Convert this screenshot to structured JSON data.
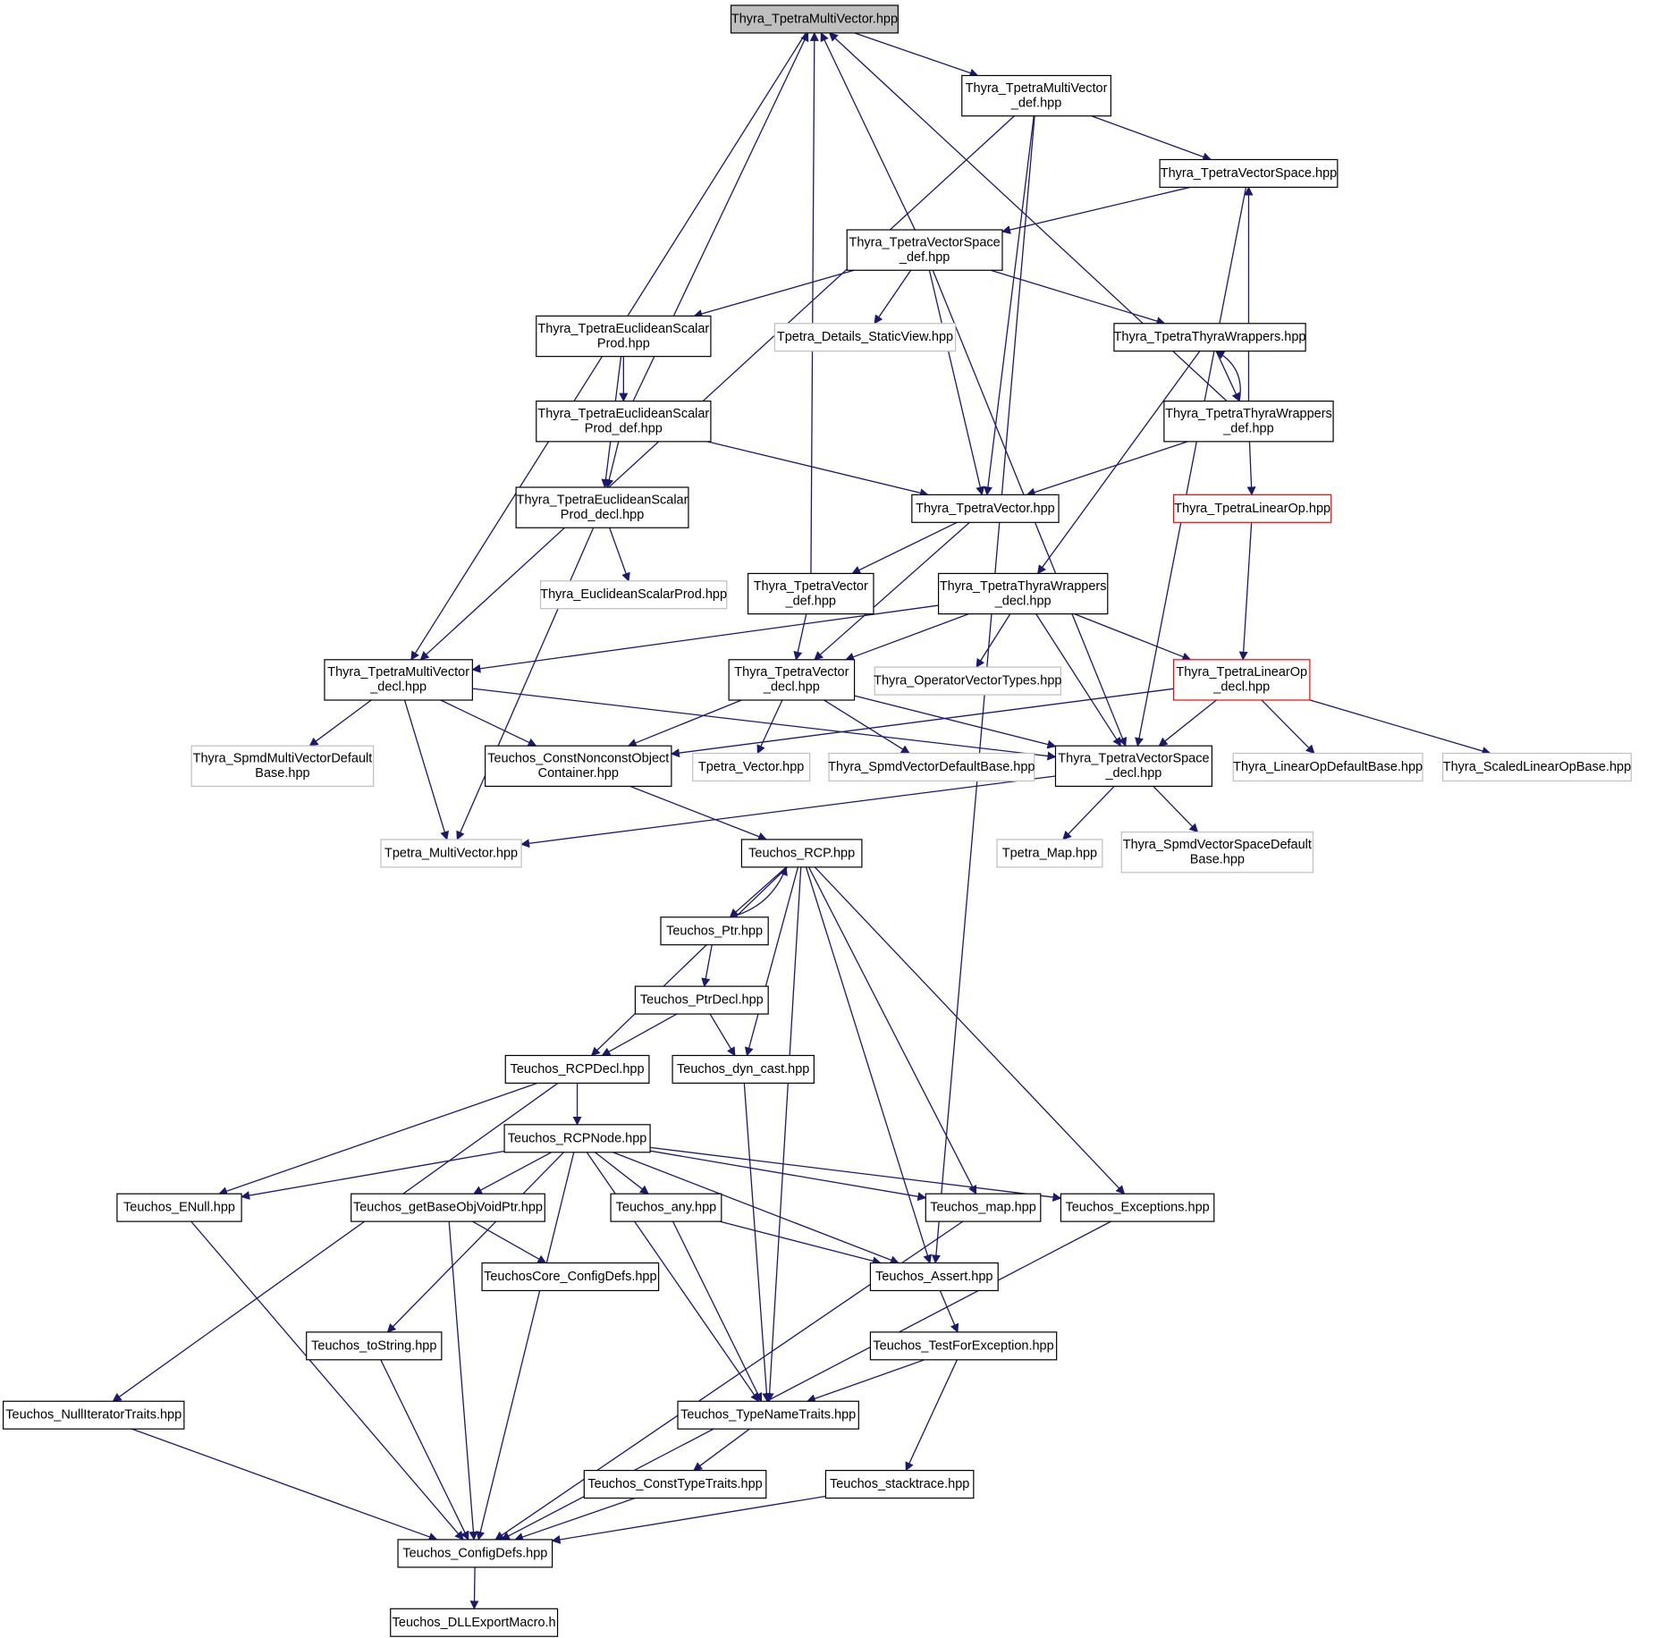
{
  "colors": {
    "edge": "#191970",
    "arrowhead": "#191970",
    "node_border_normal": "#000000",
    "node_border_external": "#bfbfbf",
    "node_border_truncated": "#ff0000",
    "root_fill": "#bfbfbf",
    "node_fill": "#ffffff",
    "text": "#000000"
  },
  "nodes": [
    {
      "id": "tmv",
      "lines": [
        "Thyra_TpetraMultiVector.hpp"
      ],
      "style": "root"
    },
    {
      "id": "tmv_def",
      "lines": [
        "Thyra_TpetraMultiVector",
        "_def.hpp"
      ],
      "style": "normal"
    },
    {
      "id": "tvs",
      "lines": [
        "Thyra_TpetraVectorSpace.hpp"
      ],
      "style": "normal"
    },
    {
      "id": "tvs_def",
      "lines": [
        "Thyra_TpetraVectorSpace",
        "_def.hpp"
      ],
      "style": "normal"
    },
    {
      "id": "tesp",
      "lines": [
        "Thyra_TpetraEuclideanScalar",
        "Prod.hpp"
      ],
      "style": "normal"
    },
    {
      "id": "tdsv",
      "lines": [
        "Tpetra_Details_StaticView.hpp"
      ],
      "style": "external"
    },
    {
      "id": "ttw",
      "lines": [
        "Thyra_TpetraThyraWrappers.hpp"
      ],
      "style": "normal"
    },
    {
      "id": "tesp_def",
      "lines": [
        "Thyra_TpetraEuclideanScalar",
        "Prod_def.hpp"
      ],
      "style": "normal"
    },
    {
      "id": "ttw_def",
      "lines": [
        "Thyra_TpetraThyraWrappers",
        "_def.hpp"
      ],
      "style": "normal"
    },
    {
      "id": "tesp_decl",
      "lines": [
        "Thyra_TpetraEuclideanScalar",
        "Prod_decl.hpp"
      ],
      "style": "normal"
    },
    {
      "id": "tv",
      "lines": [
        "Thyra_TpetraVector.hpp"
      ],
      "style": "normal"
    },
    {
      "id": "tlo",
      "lines": [
        "Thyra_TpetraLinearOp.hpp"
      ],
      "style": "truncated"
    },
    {
      "id": "esp",
      "lines": [
        "Thyra_EuclideanScalarProd.hpp"
      ],
      "style": "external"
    },
    {
      "id": "tv_def",
      "lines": [
        "Thyra_TpetraVector",
        "_def.hpp"
      ],
      "style": "normal"
    },
    {
      "id": "ttw_decl",
      "lines": [
        "Thyra_TpetraThyraWrappers",
        "_decl.hpp"
      ],
      "style": "normal"
    },
    {
      "id": "tmv_decl",
      "lines": [
        "Thyra_TpetraMultiVector",
        "_decl.hpp"
      ],
      "style": "normal"
    },
    {
      "id": "tv_decl",
      "lines": [
        "Thyra_TpetraVector",
        "_decl.hpp"
      ],
      "style": "normal"
    },
    {
      "id": "ovt",
      "lines": [
        "Thyra_OperatorVectorTypes.hpp"
      ],
      "style": "external"
    },
    {
      "id": "tlo_decl",
      "lines": [
        "Thyra_TpetraLinearOp",
        "_decl.hpp"
      ],
      "style": "truncated"
    },
    {
      "id": "smvdb",
      "lines": [
        "Thyra_SpmdMultiVectorDefault",
        "Base.hpp"
      ],
      "style": "external"
    },
    {
      "id": "cnoc",
      "lines": [
        "Teuchos_ConstNonconstObject",
        "Container.hpp"
      ],
      "style": "normal"
    },
    {
      "id": "tpv",
      "lines": [
        "Tpetra_Vector.hpp"
      ],
      "style": "external"
    },
    {
      "id": "svdb",
      "lines": [
        "Thyra_SpmdVectorDefaultBase.hpp"
      ],
      "style": "external"
    },
    {
      "id": "tvs_decl",
      "lines": [
        "Thyra_TpetraVectorSpace",
        "_decl.hpp"
      ],
      "style": "normal"
    },
    {
      "id": "lodb",
      "lines": [
        "Thyra_LinearOpDefaultBase.hpp"
      ],
      "style": "external"
    },
    {
      "id": "slob",
      "lines": [
        "Thyra_ScaledLinearOpBase.hpp"
      ],
      "style": "external"
    },
    {
      "id": "tpmv",
      "lines": [
        "Tpetra_MultiVector.hpp"
      ],
      "style": "external"
    },
    {
      "id": "rcp",
      "lines": [
        "Teuchos_RCP.hpp"
      ],
      "style": "normal"
    },
    {
      "id": "tmap",
      "lines": [
        "Tpetra_Map.hpp"
      ],
      "style": "external"
    },
    {
      "id": "svsdb",
      "lines": [
        "Thyra_SpmdVectorSpaceDefault",
        "Base.hpp"
      ],
      "style": "external"
    },
    {
      "id": "ptr",
      "lines": [
        "Teuchos_Ptr.hpp"
      ],
      "style": "normal"
    },
    {
      "id": "ptrdecl",
      "lines": [
        "Teuchos_PtrDecl.hpp"
      ],
      "style": "normal"
    },
    {
      "id": "rcpdecl",
      "lines": [
        "Teuchos_RCPDecl.hpp"
      ],
      "style": "normal"
    },
    {
      "id": "dyncast",
      "lines": [
        "Teuchos_dyn_cast.hpp"
      ],
      "style": "normal"
    },
    {
      "id": "rcpnode",
      "lines": [
        "Teuchos_RCPNode.hpp"
      ],
      "style": "normal"
    },
    {
      "id": "enull",
      "lines": [
        "Teuchos_ENull.hpp"
      ],
      "style": "normal"
    },
    {
      "id": "gbovp",
      "lines": [
        "Teuchos_getBaseObjVoidPtr.hpp"
      ],
      "style": "normal"
    },
    {
      "id": "any",
      "lines": [
        "Teuchos_any.hpp"
      ],
      "style": "normal"
    },
    {
      "id": "map",
      "lines": [
        "Teuchos_map.hpp"
      ],
      "style": "normal"
    },
    {
      "id": "exc",
      "lines": [
        "Teuchos_Exceptions.hpp"
      ],
      "style": "normal"
    },
    {
      "id": "tccd",
      "lines": [
        "TeuchosCore_ConfigDefs.hpp"
      ],
      "style": "normal"
    },
    {
      "id": "assert",
      "lines": [
        "Teuchos_Assert.hpp"
      ],
      "style": "normal"
    },
    {
      "id": "tostring",
      "lines": [
        "Teuchos_toString.hpp"
      ],
      "style": "normal"
    },
    {
      "id": "tfe",
      "lines": [
        "Teuchos_TestForException.hpp"
      ],
      "style": "normal"
    },
    {
      "id": "nit",
      "lines": [
        "Teuchos_NullIteratorTraits.hpp"
      ],
      "style": "normal"
    },
    {
      "id": "tnt",
      "lines": [
        "Teuchos_TypeNameTraits.hpp"
      ],
      "style": "normal"
    },
    {
      "id": "ctt",
      "lines": [
        "Teuchos_ConstTypeTraits.hpp"
      ],
      "style": "normal"
    },
    {
      "id": "st",
      "lines": [
        "Teuchos_stacktrace.hpp"
      ],
      "style": "normal"
    },
    {
      "id": "cd",
      "lines": [
        "Teuchos_ConfigDefs.hpp"
      ],
      "style": "normal"
    },
    {
      "id": "dll",
      "lines": [
        "Teuchos_DLLExportMacro.h"
      ],
      "style": "normal"
    }
  ],
  "edges": [
    [
      "tmv",
      "tmv_def"
    ],
    [
      "tmv",
      "tmv_decl"
    ],
    [
      "tmv_def",
      "tvs"
    ],
    [
      "tmv_def",
      "tmv_decl"
    ],
    [
      "tmv_def",
      "tv"
    ],
    [
      "tmv_def",
      "assert"
    ],
    [
      "tvs",
      "tvs_def"
    ],
    [
      "tvs",
      "tvs_decl"
    ],
    [
      "tvs_def",
      "tmv"
    ],
    [
      "tvs_def",
      "tesp"
    ],
    [
      "tvs_def",
      "tdsv"
    ],
    [
      "tvs_def",
      "ttw"
    ],
    [
      "tvs_def",
      "tv"
    ],
    [
      "tvs_def",
      "tvs_decl"
    ],
    [
      "tesp",
      "tesp_def"
    ],
    [
      "tesp",
      "tesp_decl"
    ],
    [
      "tesp_def",
      "tmv"
    ],
    [
      "tesp_def",
      "tesp_decl"
    ],
    [
      "tesp_def",
      "tv"
    ],
    [
      "tesp_decl",
      "esp"
    ],
    [
      "tesp_decl",
      "tpmv"
    ],
    [
      "ttw",
      "ttw_def"
    ],
    [
      "ttw",
      "ttw_decl"
    ],
    [
      "ttw_def",
      "tmv"
    ],
    [
      "ttw_def",
      "tvs"
    ],
    [
      "ttw_def",
      "ttw"
    ],
    [
      "ttw_def",
      "tv"
    ],
    [
      "ttw_def",
      "tlo"
    ],
    [
      "tv",
      "tv_def"
    ],
    [
      "tv",
      "tv_decl"
    ],
    [
      "tv_def",
      "tmv"
    ],
    [
      "tv_def",
      "tv_decl"
    ],
    [
      "tlo",
      "tlo_decl"
    ],
    [
      "ttw_decl",
      "tmv_decl"
    ],
    [
      "ttw_decl",
      "tv_decl"
    ],
    [
      "ttw_decl",
      "ovt"
    ],
    [
      "ttw_decl",
      "tlo_decl"
    ],
    [
      "ttw_decl",
      "tvs_decl"
    ],
    [
      "tmv_decl",
      "smvdb"
    ],
    [
      "tmv_decl",
      "cnoc"
    ],
    [
      "tmv_decl",
      "tpmv"
    ],
    [
      "tmv_decl",
      "tvs_decl"
    ],
    [
      "tv_decl",
      "cnoc"
    ],
    [
      "tv_decl",
      "tpv"
    ],
    [
      "tv_decl",
      "svdb"
    ],
    [
      "tv_decl",
      "tvs_decl"
    ],
    [
      "tlo_decl",
      "cnoc"
    ],
    [
      "tlo_decl",
      "tvs_decl"
    ],
    [
      "tlo_decl",
      "lodb"
    ],
    [
      "tlo_decl",
      "slob"
    ],
    [
      "tvs_decl",
      "tpmv"
    ],
    [
      "tvs_decl",
      "tmap"
    ],
    [
      "tvs_decl",
      "svsdb"
    ],
    [
      "cnoc",
      "rcp"
    ],
    [
      "rcp",
      "ptr"
    ],
    [
      "rcp",
      "rcpdecl"
    ],
    [
      "rcp",
      "dyncast"
    ],
    [
      "rcp",
      "tnt"
    ],
    [
      "rcp",
      "assert"
    ],
    [
      "rcp",
      "map"
    ],
    [
      "rcp",
      "exc"
    ],
    [
      "ptr",
      "rcp"
    ],
    [
      "ptr",
      "ptrdecl"
    ],
    [
      "ptrdecl",
      "rcpdecl"
    ],
    [
      "ptrdecl",
      "dyncast"
    ],
    [
      "rcpdecl",
      "rcpnode"
    ],
    [
      "rcpdecl",
      "enull"
    ],
    [
      "rcpdecl",
      "nit"
    ],
    [
      "dyncast",
      "tnt"
    ],
    [
      "rcpnode",
      "enull"
    ],
    [
      "rcpnode",
      "cd"
    ],
    [
      "rcpnode",
      "tostring"
    ],
    [
      "rcpnode",
      "gbovp"
    ],
    [
      "rcpnode",
      "tnt"
    ],
    [
      "rcpnode",
      "any"
    ],
    [
      "rcpnode",
      "assert"
    ],
    [
      "rcpnode",
      "map"
    ],
    [
      "rcpnode",
      "exc"
    ],
    [
      "enull",
      "cd"
    ],
    [
      "gbovp",
      "tccd"
    ],
    [
      "gbovp",
      "cd"
    ],
    [
      "any",
      "tnt"
    ],
    [
      "any",
      "assert"
    ],
    [
      "map",
      "cd"
    ],
    [
      "exc",
      "cd"
    ],
    [
      "assert",
      "tfe"
    ],
    [
      "tostring",
      "cd"
    ],
    [
      "tfe",
      "tnt"
    ],
    [
      "tfe",
      "st"
    ],
    [
      "nit",
      "cd"
    ],
    [
      "tnt",
      "ctt"
    ],
    [
      "ctt",
      "cd"
    ],
    [
      "st",
      "cd"
    ],
    [
      "cd",
      "dll"
    ]
  ]
}
